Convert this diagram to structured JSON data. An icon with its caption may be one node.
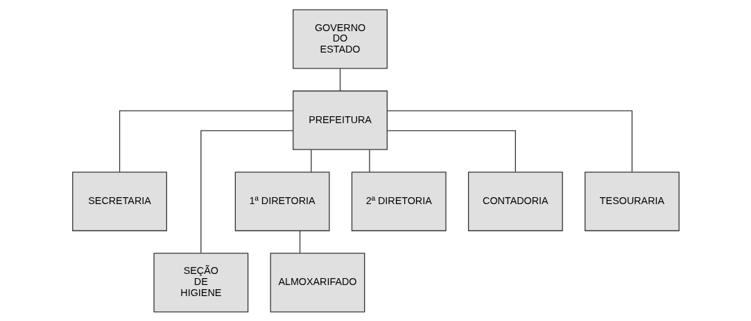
{
  "diagram": {
    "nodes": [
      {
        "text": [
          "GOVERNO DO ESTADO"
        ]
      },
      {
        "text": [
          "PREFEITURA"
        ]
      },
      {
        "text": [
          "SECRETARIA"
        ]
      },
      {
        "text": [
          "SEÇÃO DE HIGIENE"
        ]
      },
      {
        "text": [
          "1ª DIRETORIA"
        ]
      },
      {
        "text": [
          "2ª DIRETORIA"
        ]
      },
      {
        "text": [
          "CONTADORIA"
        ]
      },
      {
        "text": [
          "TESOURARIA"
        ]
      },
      {
        "text": [
          "ALMOXARIFADO"
        ]
      }
    ],
    "edges": [
      {
        "from": 0,
        "to": 1,
        "arrow": "none"
      },
      {
        "from": 1,
        "to": 2,
        "arrow": "none"
      },
      {
        "from": 1,
        "to": 3,
        "arrow": "none"
      },
      {
        "from": 1,
        "to": 4,
        "arrow": "none"
      },
      {
        "from": 1,
        "to": 5,
        "arrow": "none"
      },
      {
        "from": 1,
        "to": 6,
        "arrow": "none"
      },
      {
        "from": 1,
        "to": 7,
        "arrow": "none"
      },
      {
        "from": 4,
        "to": 8,
        "arrow": "none"
      }
    ]
  }
}
